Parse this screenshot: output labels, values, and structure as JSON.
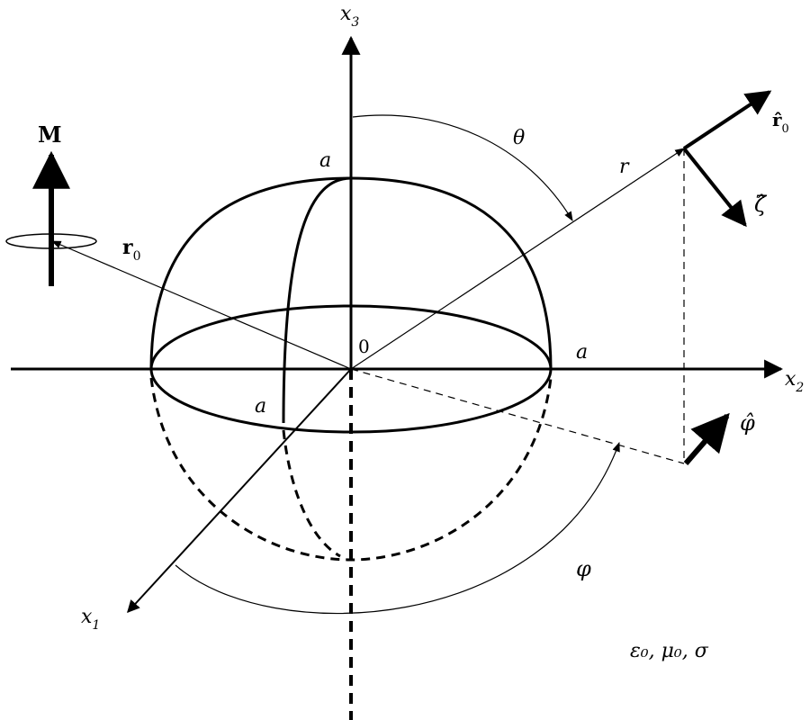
{
  "axes": {
    "x1": {
      "base": "x",
      "sub": "1"
    },
    "x2": {
      "base": "x",
      "sub": "2"
    },
    "x3": {
      "base": "x",
      "sub": "3"
    }
  },
  "labels": {
    "origin": "0",
    "radius_top": "a",
    "radius_right": "a",
    "radius_front": "a",
    "theta": "θ",
    "r": "r",
    "phi": "φ",
    "moment": "M",
    "r0": {
      "base": "r",
      "sub": "0"
    },
    "r0_hat": {
      "base": "r̂",
      "sub": "0"
    },
    "zeta_hat": "ζ̂",
    "phi_hat": "φ̂",
    "medium": "ε₀, μ₀, σ"
  }
}
